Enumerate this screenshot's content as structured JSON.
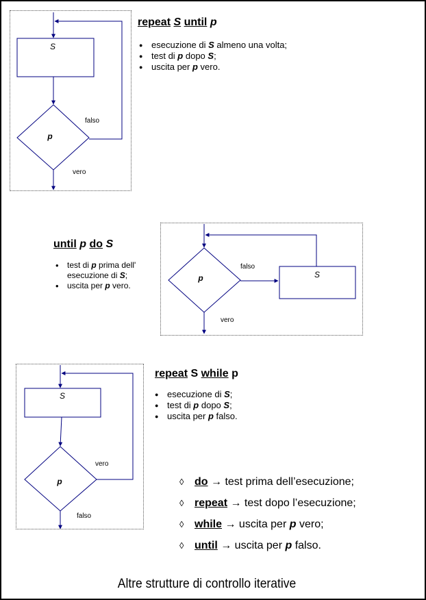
{
  "diagram1": {
    "title": {
      "kw1": "repeat",
      "s": "S",
      "kw2": "until",
      "p": "p"
    },
    "block": "S",
    "cond": "p",
    "false_label": "falso",
    "true_label": "vero",
    "bullets": [
      {
        "pre": "esecuzione di ",
        "b": "S",
        "post": " almeno una volta;"
      },
      {
        "pre": "test di ",
        "b": "p",
        "mid": " dopo ",
        "b2": "S",
        "post": ";"
      },
      {
        "pre": "uscita per ",
        "b": "p",
        "post": " vero."
      }
    ]
  },
  "diagram2": {
    "title": {
      "kw1": "until",
      "p": "p",
      "kw2": "do",
      "s": "S"
    },
    "block": "S",
    "cond": "p",
    "false_label": "falso",
    "true_label": "vero",
    "bullets": [
      {
        "pre": "test di ",
        "b": "p",
        "post": " prima dell'",
        "line2": "esecuzione di ",
        "b2": "S",
        "post2": ";"
      },
      {
        "pre": "uscita per ",
        "b": "p",
        "post": "  vero."
      }
    ]
  },
  "diagram3": {
    "title": {
      "kw1": "repeat",
      "s": "S",
      "kw2": "while",
      "p": "p"
    },
    "block": "S",
    "cond": "p",
    "true_label": "vero",
    "false_label": "falso",
    "bullets": [
      {
        "pre": "esecuzione di ",
        "b": "S",
        "post": ";"
      },
      {
        "pre": "test di  ",
        "b": "p",
        "mid": "  dopo ",
        "b2": "S",
        "post": ";"
      },
      {
        "pre": "uscita per  ",
        "b": "p",
        "post": "  falso."
      }
    ]
  },
  "rules": [
    {
      "kw": "do",
      "arrow": "→",
      "text": " test prima dell’esecuzione;"
    },
    {
      "kw": "repeat",
      "arrow": "→",
      "text": " test dopo l’esecuzione;"
    },
    {
      "kw": "while",
      "arrow": " →",
      "text": " uscita per ",
      "b": "p",
      "post": " vero;"
    },
    {
      "kw": "until",
      "arrow": "→",
      "text": " uscita per ",
      "b": "p",
      "post": "  falso."
    }
  ],
  "rule_bullet": "◊",
  "caption": "Altre strutture di controllo iterative",
  "colors": {
    "line": "#000080",
    "shape": "#000080",
    "text": "#000000"
  }
}
